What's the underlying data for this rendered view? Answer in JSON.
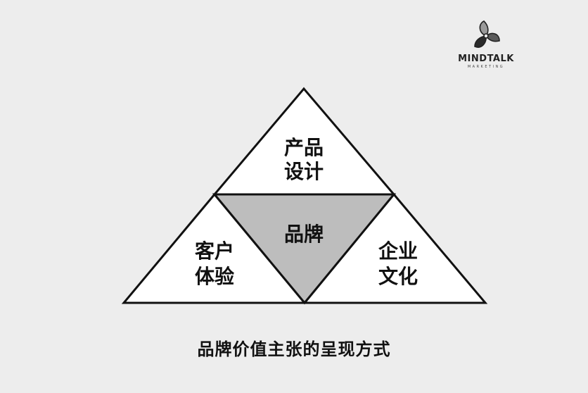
{
  "logo": {
    "name": "MINDTALK",
    "subtitle": "MARKETING",
    "icon": "pinwheel-logo-icon"
  },
  "diagram": {
    "top": {
      "line1": "产品",
      "line2": "设计"
    },
    "center": {
      "label": "品牌"
    },
    "left": {
      "line1": "客户",
      "line2": "体验"
    },
    "right": {
      "line1": "企业",
      "line2": "文化"
    },
    "colors": {
      "outer_fill": "#ffffff",
      "center_fill": "#bdbdbd",
      "stroke": "#111111",
      "background": "#ededed"
    }
  },
  "caption": "品牌价值主张的呈现方式"
}
